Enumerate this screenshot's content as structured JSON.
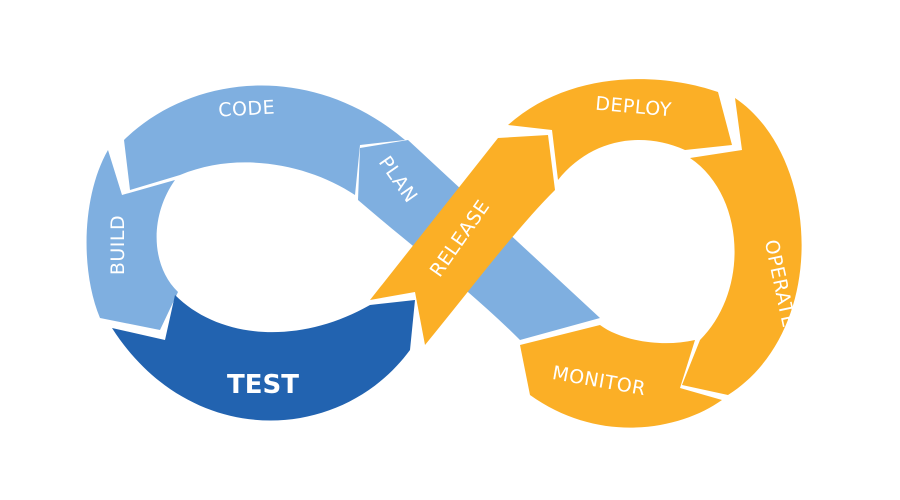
{
  "stages": {
    "code": "CODE",
    "build": "BUILD",
    "test": "TEST",
    "plan": "PLAN",
    "release": "RELEASE",
    "deploy": "DEPLOY",
    "operate": "OPERATE",
    "monitor": "MONITOR"
  },
  "colors": {
    "light_blue": "#7fafe0",
    "dark_blue": "#2263b0",
    "orange": "#fbaf26",
    "background": "#ffffff"
  }
}
